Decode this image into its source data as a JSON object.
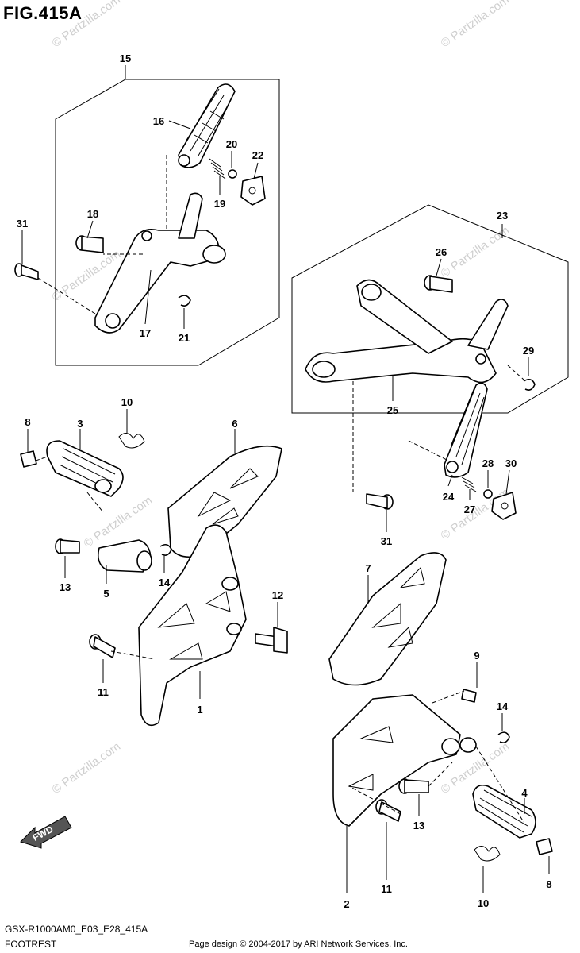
{
  "figure": {
    "title": "FIG.415A"
  },
  "watermark": {
    "text": "© Partzilla.com"
  },
  "fwd_label": "FWD",
  "callouts": [
    "1",
    "2",
    "3",
    "4",
    "5",
    "6",
    "7",
    "8",
    "8",
    "9",
    "10",
    "10",
    "11",
    "11",
    "12",
    "13",
    "13",
    "14",
    "14",
    "15",
    "16",
    "17",
    "18",
    "19",
    "20",
    "21",
    "22",
    "23",
    "24",
    "25",
    "26",
    "27",
    "28",
    "29",
    "30",
    "31",
    "31"
  ],
  "footer": {
    "model_code": "GSX-R1000AM0_E03_E28_415A",
    "section_name": "FOOTREST",
    "copyright": "Page design © 2004-2017 by ARI Network Services, Inc."
  }
}
